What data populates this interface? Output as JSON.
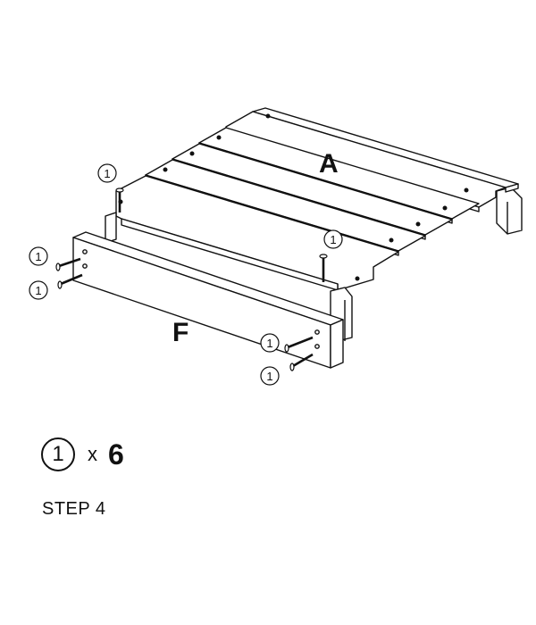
{
  "parts": {
    "board_a": "A",
    "board_f": "F"
  },
  "screw": {
    "callout_number": "1",
    "times_sign": "x",
    "quantity": "6"
  },
  "step": {
    "label": "STEP 4"
  }
}
